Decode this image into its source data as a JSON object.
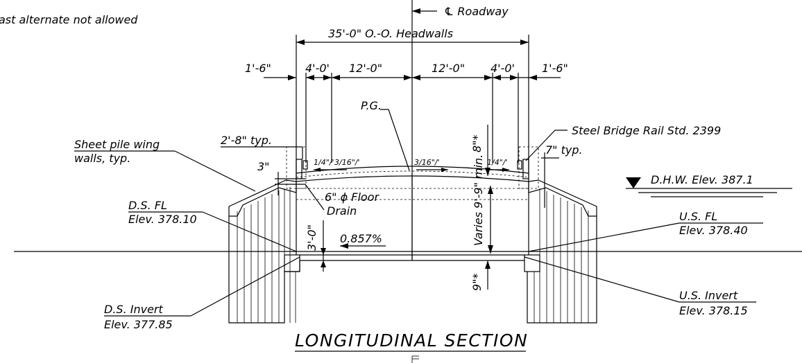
{
  "notes": {
    "top_left": "ast alternate not allowed"
  },
  "centerline": {
    "label": "℄ Roadway"
  },
  "dimensions": {
    "overall": "35'-0\" O.-O. Headwalls",
    "left_wall": "1'-6\"",
    "left_shoulder": "4'-0'",
    "left_lane": "12'-0\"",
    "right_lane": "12'-0\"",
    "right_shoulder": "4'-0'",
    "right_wall": "1'-6\"",
    "rail_offset": "2'-8\" typ.",
    "left_curb": "3\"",
    "right_curb": "7\" typ.",
    "left_slope_a": "1/4\"/'",
    "left_slope_b": "3/16\"/'",
    "right_slope_a": "3/16\"/'",
    "right_slope_b": "1/4\"/'",
    "rise_top": "8\"*",
    "clear_height": "Varies 9'-9\" min.",
    "footing_left": "3'-0\"",
    "footing_bottom": "9\"*",
    "grade": "0.857%"
  },
  "labels": {
    "profile_grade": "P.G.",
    "rail": "Steel Bridge Rail Std. 2399",
    "wing_walls": [
      "Sheet pile wing",
      "walls, typ."
    ],
    "dhw": "D.H.W. Elev. 387.1",
    "floor": "6\" ϕ Floor",
    "drain": "Drain",
    "ds_fl": [
      "D.S. FL",
      "Elev. 378.10"
    ],
    "us_fl": [
      "U.S. FL",
      "Elev. 378.40"
    ],
    "ds_invert": [
      "D.S. Invert",
      "Elev. 377.85"
    ],
    "us_invert": [
      "U.S. Invert",
      "Elev. 378.15"
    ],
    "title": "LONGITUDINAL SECTION"
  }
}
